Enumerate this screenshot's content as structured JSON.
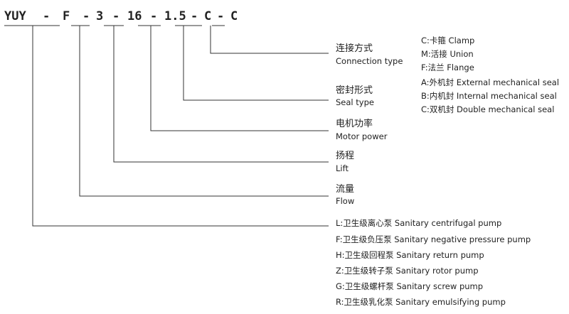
{
  "code": [
    "YUY",
    "-",
    "F",
    "-",
    "3",
    "-",
    "16",
    "-",
    "1.5",
    "-",
    "C",
    "-",
    "C"
  ],
  "fields": {
    "connection": {
      "label_cn": "连接方式",
      "label_en": "Connection type",
      "options": [
        "C:卡箍 Clamp",
        "M:活接 Union",
        "F:法兰 Flange"
      ]
    },
    "seal": {
      "label_cn": "密封形式",
      "label_en": "Seal type",
      "options": [
        "A:外机封 External mechanical seal",
        "B:内机封 Internal mechanical seal",
        "C:双机封 Double mechanical seal"
      ]
    },
    "motor": {
      "label_cn": "电机功率",
      "label_en": "Motor power"
    },
    "lift": {
      "label_cn": "扬程",
      "label_en": "Lift"
    },
    "flow": {
      "label_cn": "流量",
      "label_en": "Flow"
    },
    "pump_type": {
      "options": [
        "L:卫生级离心泵 Sanitary centrifugal pump",
        "F:卫生级负压泵 Sanitary negative pressure pump",
        "H:卫生级回程泵 Sanitary return pump",
        "Z:卫生级转子泵 Sanitary rotor pump",
        "G:卫生级螺杆泵 Sanitary screw pump",
        "R:卫生级乳化泵 Sanitary emulsifying pump"
      ]
    }
  }
}
